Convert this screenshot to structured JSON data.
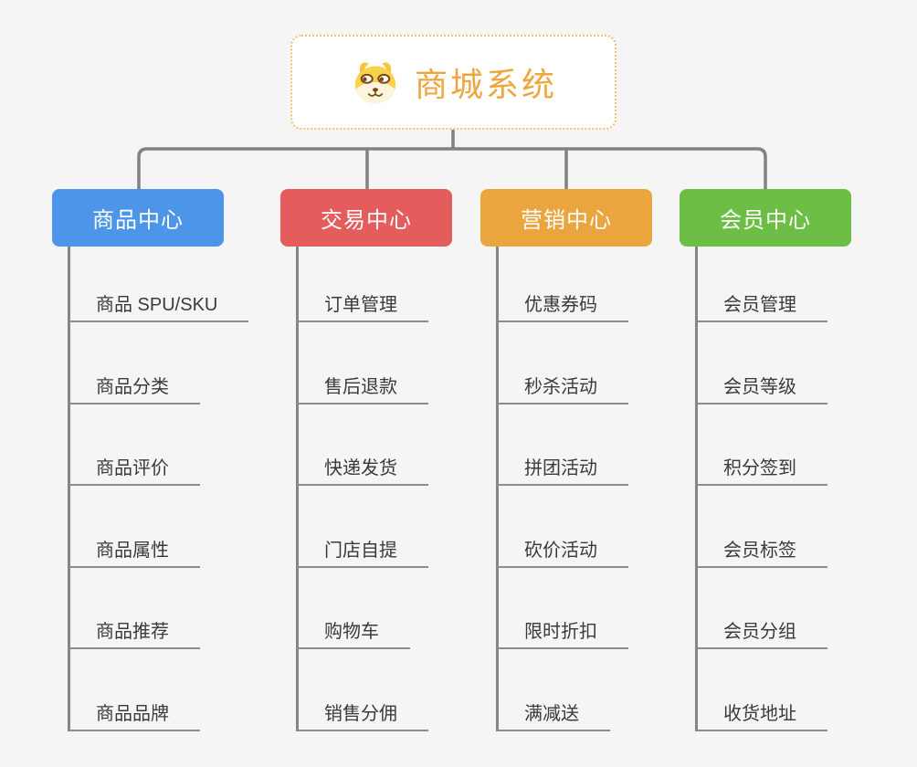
{
  "root": {
    "label": "商城系统",
    "icon": "shiba-dog-icon"
  },
  "branches": [
    {
      "label": "商品中心",
      "color": "#4D95E9",
      "children": [
        "商品 SPU/SKU",
        "商品分类",
        "商品评价",
        "商品属性",
        "商品推荐",
        "商品品牌"
      ]
    },
    {
      "label": "交易中心",
      "color": "#E45C5C",
      "children": [
        "订单管理",
        "售后退款",
        "快递发货",
        "门店自提",
        "购物车",
        "销售分佣"
      ]
    },
    {
      "label": "营销中心",
      "color": "#EAA53E",
      "children": [
        "优惠券码",
        "秒杀活动",
        "拼团活动",
        "砍价活动",
        "限时折扣",
        "满减送"
      ]
    },
    {
      "label": "会员中心",
      "color": "#6CBE45",
      "children": [
        "会员管理",
        "会员等级",
        "积分签到",
        "会员标签",
        "会员分组",
        "收货地址"
      ]
    }
  ],
  "colors": {
    "background": "#F5F5F5",
    "connector": "#818181",
    "leaf_underline": "#8C8C8C",
    "leaf_text": "#3A3A3A",
    "root_text": "#F0A63E",
    "root_border": "#F3BF6E"
  }
}
